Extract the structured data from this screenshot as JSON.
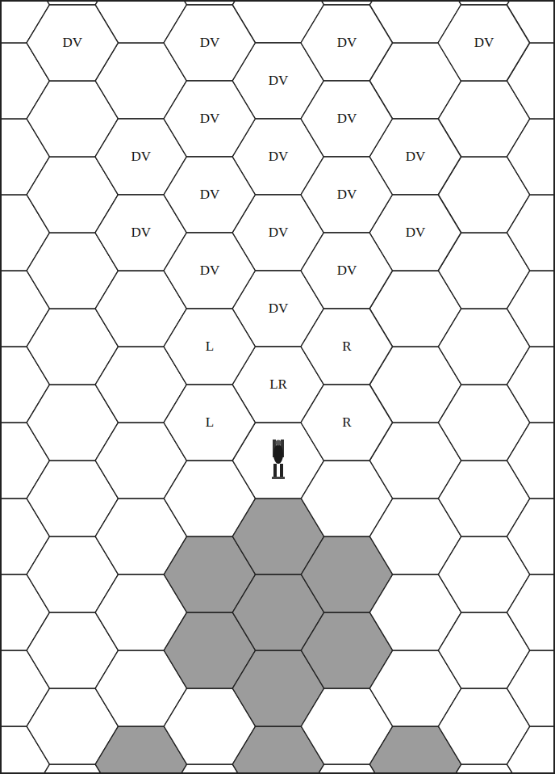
{
  "diagram": {
    "nodes": [
      {
        "text": [
          "DV"
        ]
      },
      {
        "text": [
          "DV"
        ]
      },
      {
        "text": [
          "DV"
        ]
      },
      {
        "text": [
          "DV"
        ]
      },
      {
        "text": [
          "DV"
        ]
      },
      {
        "text": [
          "DV"
        ]
      },
      {
        "text": [
          "DV"
        ]
      },
      {
        "text": [
          "DV"
        ]
      },
      {
        "text": [
          "DV"
        ]
      },
      {
        "text": [
          "DV"
        ]
      },
      {
        "text": [
          "DV"
        ]
      },
      {
        "text": [
          "DV"
        ]
      },
      {
        "text": [
          "DV"
        ]
      },
      {
        "text": [
          "DV"
        ]
      },
      {
        "text": [
          "DV"
        ]
      },
      {
        "text": [
          "DV"
        ]
      },
      {
        "text": [
          "DV"
        ]
      },
      {
        "text": [
          "DV"
        ]
      },
      {
        "text": [
          "LR"
        ]
      },
      {
        "text": [
          "L"
        ]
      },
      {
        "text": [
          "R"
        ]
      },
      {
        "text": [
          "L"
        ]
      },
      {
        "text": [
          "R"
        ]
      }
    ]
  }
}
